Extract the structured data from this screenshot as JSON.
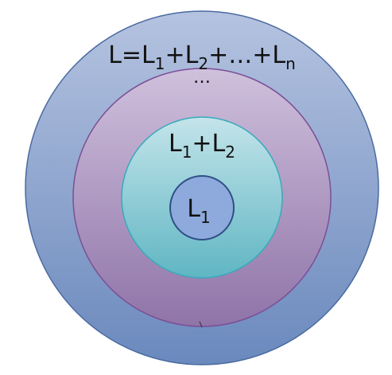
{
  "diagram": {
    "labels": {
      "outer": "L=L1+L2+…+Ln",
      "ellipsis": "…",
      "middle": "L1+L2",
      "inner": "L1"
    },
    "colors": {
      "outer_fill_top": "#b5c3e0",
      "outer_fill_bottom": "#6a89bd",
      "outer_stroke": "#4a6aa0",
      "purple_fill_top": "#cfc0dc",
      "purple_fill_bottom": "#8f74a8",
      "purple_stroke": "#7b4f96",
      "teal_fill_top": "#c4e4ea",
      "teal_fill_bottom": "#5fb6c3",
      "teal_stroke": "#3aa9bb",
      "core_fill": "#8eaadc",
      "core_stroke": "#2f4f86"
    }
  }
}
